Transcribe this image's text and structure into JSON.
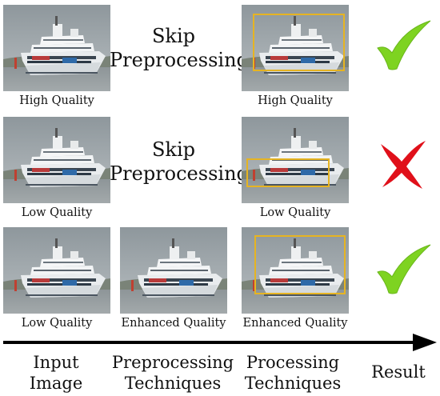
{
  "rows": [
    {
      "input_caption": "High Quality",
      "middle_text": [
        "Skip",
        "Preprocessing"
      ],
      "processing_caption": "High Quality",
      "result": "check"
    },
    {
      "input_caption": "Low Quality",
      "middle_text": [
        "Skip",
        "Preprocessing"
      ],
      "processing_caption": "Low Quality",
      "result": "cross"
    },
    {
      "input_caption": "Low Quality",
      "middle_caption": "Enhanced Quality",
      "processing_caption": "Enhanced Quality",
      "result": "check"
    }
  ],
  "axis_labels": {
    "input": [
      "Input",
      "Image"
    ],
    "preprocessing": [
      "Preprocessing",
      "Techniques"
    ],
    "processing": [
      "Processing",
      "Techniques"
    ],
    "result": "Result"
  },
  "colors": {
    "bbox": "#e6b422",
    "check": "#7ed321",
    "cross": "#e0101a",
    "arrow": "#000000"
  }
}
